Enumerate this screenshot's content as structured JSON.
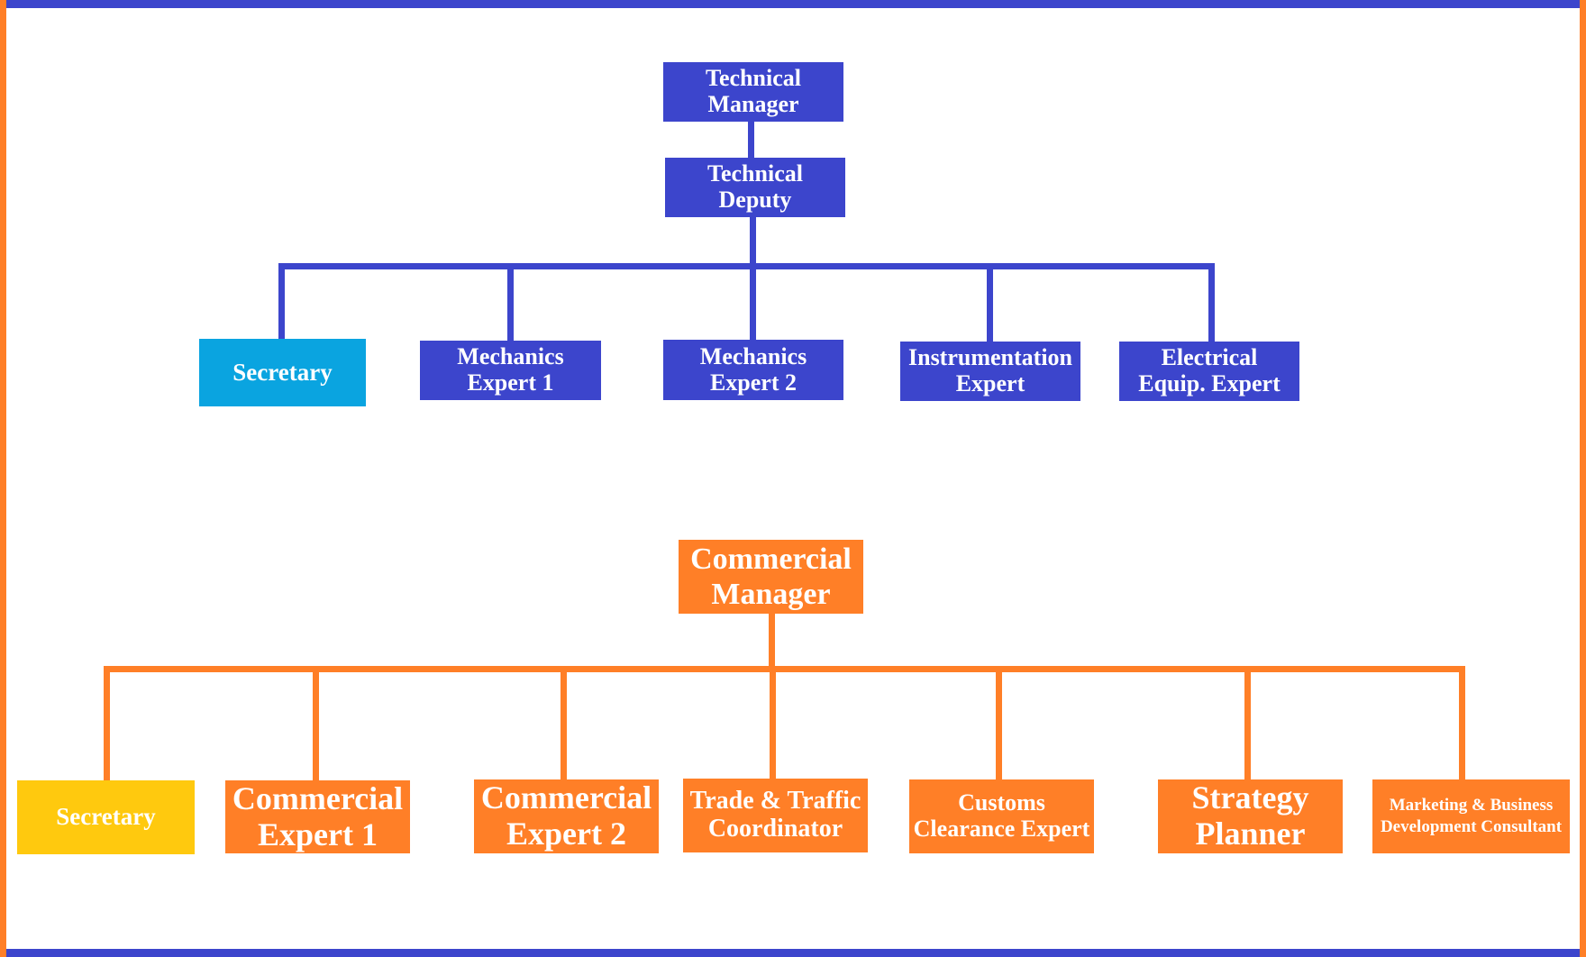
{
  "technical": {
    "manager": "Technical\nManager",
    "deputy": "Technical\nDeputy",
    "children": [
      "Secretary",
      "Mechanics\nExpert 1",
      "Mechanics\n Expert 2",
      "Instrumentation\nExpert",
      "Electrical\nEquip. Expert"
    ]
  },
  "commercial": {
    "manager": "Commercial\nManager",
    "children": [
      "Secretary",
      "Commercial\nExpert 1",
      "Commercial\nExpert 2",
      "Trade & Traffic\nCoordinator",
      "Customs\nClearance Expert",
      "Strategy\nPlanner",
      "Marketing & Business\nDevelopment Consultant"
    ]
  },
  "colors": {
    "technical": "#3c45cc",
    "technical_secretary": "#0aa4e0",
    "commercial": "#ff7f27",
    "commercial_secretary": "#ffc90e"
  }
}
